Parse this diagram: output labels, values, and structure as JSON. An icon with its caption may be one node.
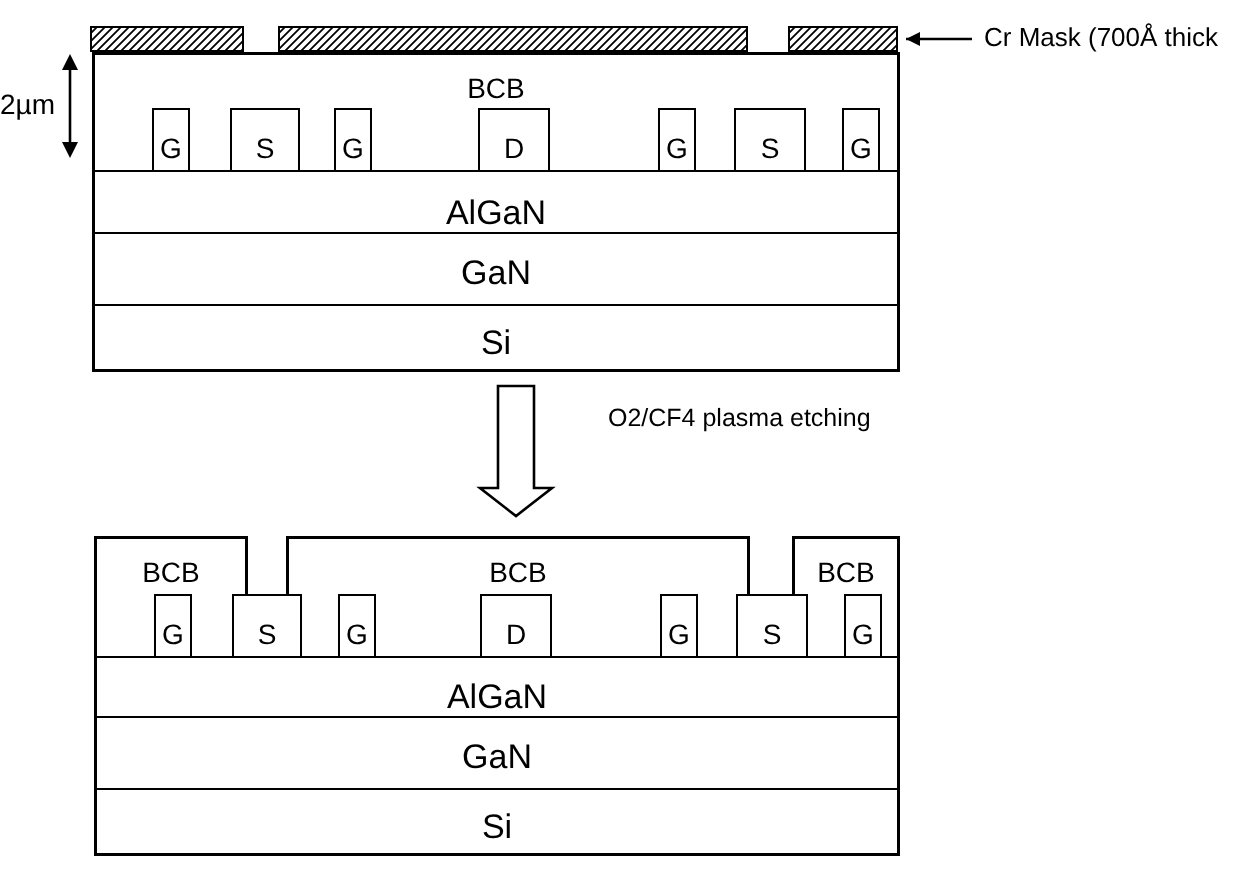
{
  "diagram": {
    "nodes": [
      {
        "text": [],
        "shape": "bar"
      },
      {
        "text": [],
        "shape": "bar"
      },
      {
        "text": [],
        "shape": "bar"
      },
      {
        "text": [
          "Cr Mask (700Å thick"
        ]
      },
      {
        "text": [],
        "shape": "box"
      },
      {
        "text": [
          "BCB"
        ],
        "in": 4
      },
      {
        "text": [
          "G"
        ],
        "in": 5
      },
      {
        "text": [
          "S"
        ],
        "in": 5
      },
      {
        "text": [
          "G"
        ],
        "in": 5
      },
      {
        "text": [
          "D"
        ],
        "in": 5
      },
      {
        "text": [
          "G"
        ],
        "in": 5
      },
      {
        "text": [
          "S"
        ],
        "in": 5
      },
      {
        "text": [
          "G"
        ],
        "in": 5
      },
      {
        "text": [
          "AlGaN"
        ],
        "in": 4
      },
      {
        "text": [
          "GaN"
        ],
        "in": 4
      },
      {
        "text": [
          "Si"
        ],
        "in": 4
      },
      {
        "text": [],
        "shape": "box"
      },
      {
        "text": [
          "BCB"
        ],
        "in": 16
      },
      {
        "text": [
          "G"
        ],
        "in": 17
      },
      {
        "text": [
          "S"
        ],
        "in": 16
      },
      {
        "text": [
          "BCB"
        ],
        "in": 16
      },
      {
        "text": [
          "G"
        ],
        "in": 20
      },
      {
        "text": [
          "D"
        ],
        "in": 20
      },
      {
        "text": [
          "G"
        ],
        "in": 20
      },
      {
        "text": [
          "S"
        ],
        "in": 16
      },
      {
        "text": [
          "BCB"
        ],
        "in": 16
      },
      {
        "text": [
          "G"
        ],
        "in": 25
      },
      {
        "text": [
          "AlGaN"
        ],
        "in": 16
      },
      {
        "text": [
          "GaN"
        ],
        "in": 16
      },
      {
        "text": [
          "Si"
        ],
        "in": 16
      }
    ],
    "edges": [
      {
        "from": 3,
        "to": 2,
        "arrow": "to"
      },
      {
        "from": 4,
        "to": 16,
        "arrow": "to",
        "label": "O2/CF4 plasma etching"
      }
    ],
    "labels": [
      "2µm"
    ]
  }
}
